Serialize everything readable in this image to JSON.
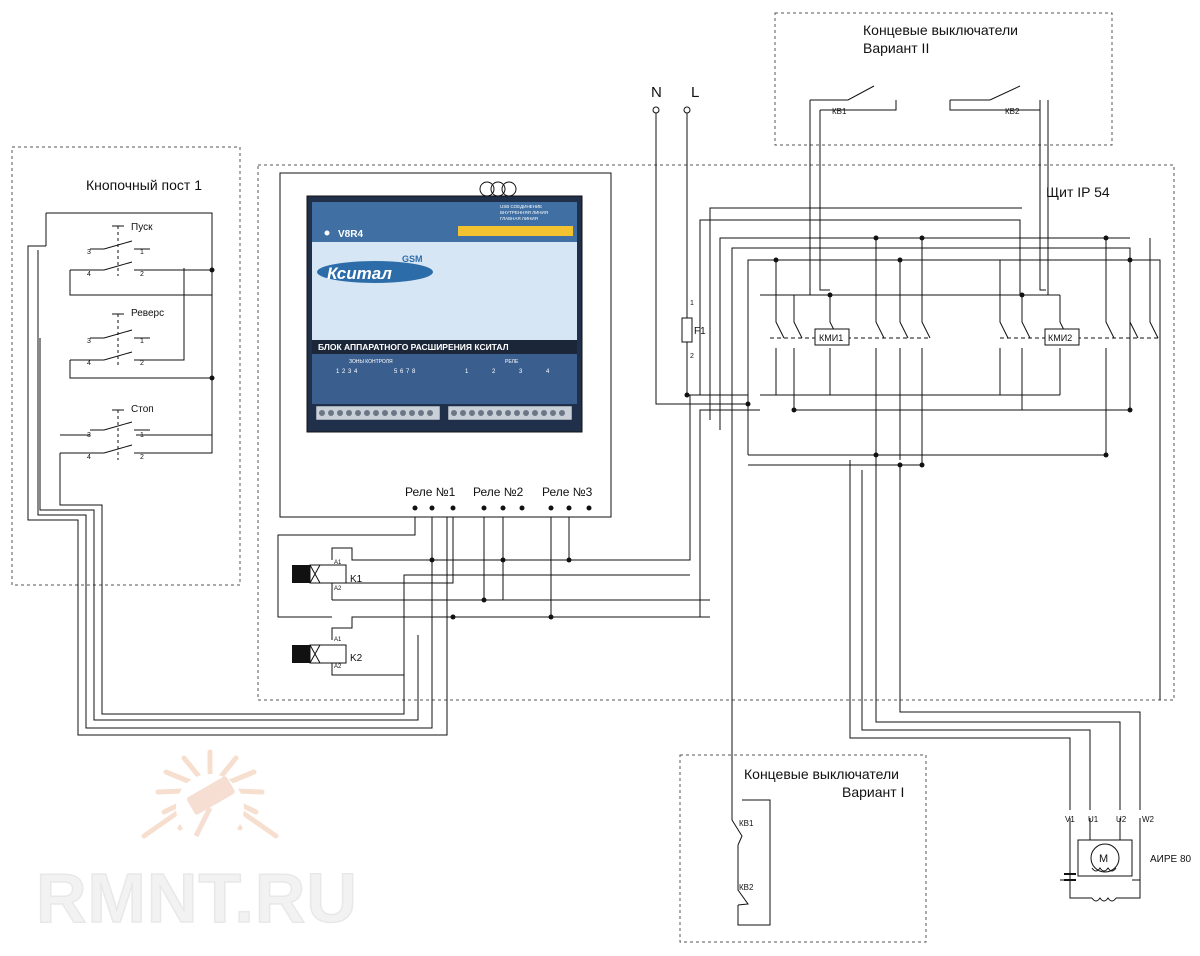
{
  "boxes": {
    "button_station": "Кнопочный пост 1",
    "limit_switches_v2_line1": "Концевые выключатели",
    "limit_switches_v2_line2": "Вариант II",
    "limit_switches_v1_line1": "Концевые выключатели",
    "limit_switches_v1_line2": "Вариант I",
    "panel": "Щит IP 54"
  },
  "power": {
    "n": "N",
    "l": "L",
    "fuse": "F1",
    "fuse_pin1": "1",
    "fuse_pin2": "2"
  },
  "buttons": [
    {
      "label": "Пуск",
      "pins": [
        "3",
        "1",
        "4",
        "2"
      ]
    },
    {
      "label": "Реверс",
      "pins": [
        "3",
        "1",
        "4",
        "2"
      ]
    },
    {
      "label": "Стоп",
      "pins": [
        "3",
        "1",
        "4",
        "2"
      ]
    }
  ],
  "device": {
    "model": "V8R4",
    "brand": "Кситал",
    "gsm": "GSM",
    "title": "БЛОК АППАРАТНОГО РАСШИРЕНИЯ КСИТАЛ",
    "zones_label": "ЗОНЫ КОНТРОЛЯ",
    "relay_label": "РЕЛЕ",
    "zone_numbers": [
      "1",
      "2",
      "3",
      "4",
      "5",
      "6",
      "7",
      "8"
    ],
    "relay_numbers": [
      "1",
      "2",
      "3",
      "4"
    ],
    "led_legend": [
      "USB СОЕДИНЕНИЕ",
      "ВНУТРЕННЯЯ ЛИНИЯ",
      "ГЛАВНАЯ ЛИНИЯ"
    ]
  },
  "relays": [
    "Реле №1",
    "Реле №2",
    "Реле №3"
  ],
  "coils": [
    {
      "name": "K1",
      "a1": "A1",
      "a2": "A2"
    },
    {
      "name": "K2",
      "a1": "A1",
      "a2": "A2"
    }
  ],
  "contactors": [
    "КМИ1",
    "КМИ2"
  ],
  "limit_switches": {
    "kv1": "КВ1",
    "kv2": "КВ2"
  },
  "motor": {
    "model": "АИРЕ 80",
    "symbol": "M",
    "terminals": [
      "V1",
      "U1",
      "U2",
      "W2"
    ]
  },
  "watermark": "RMNT.RU"
}
